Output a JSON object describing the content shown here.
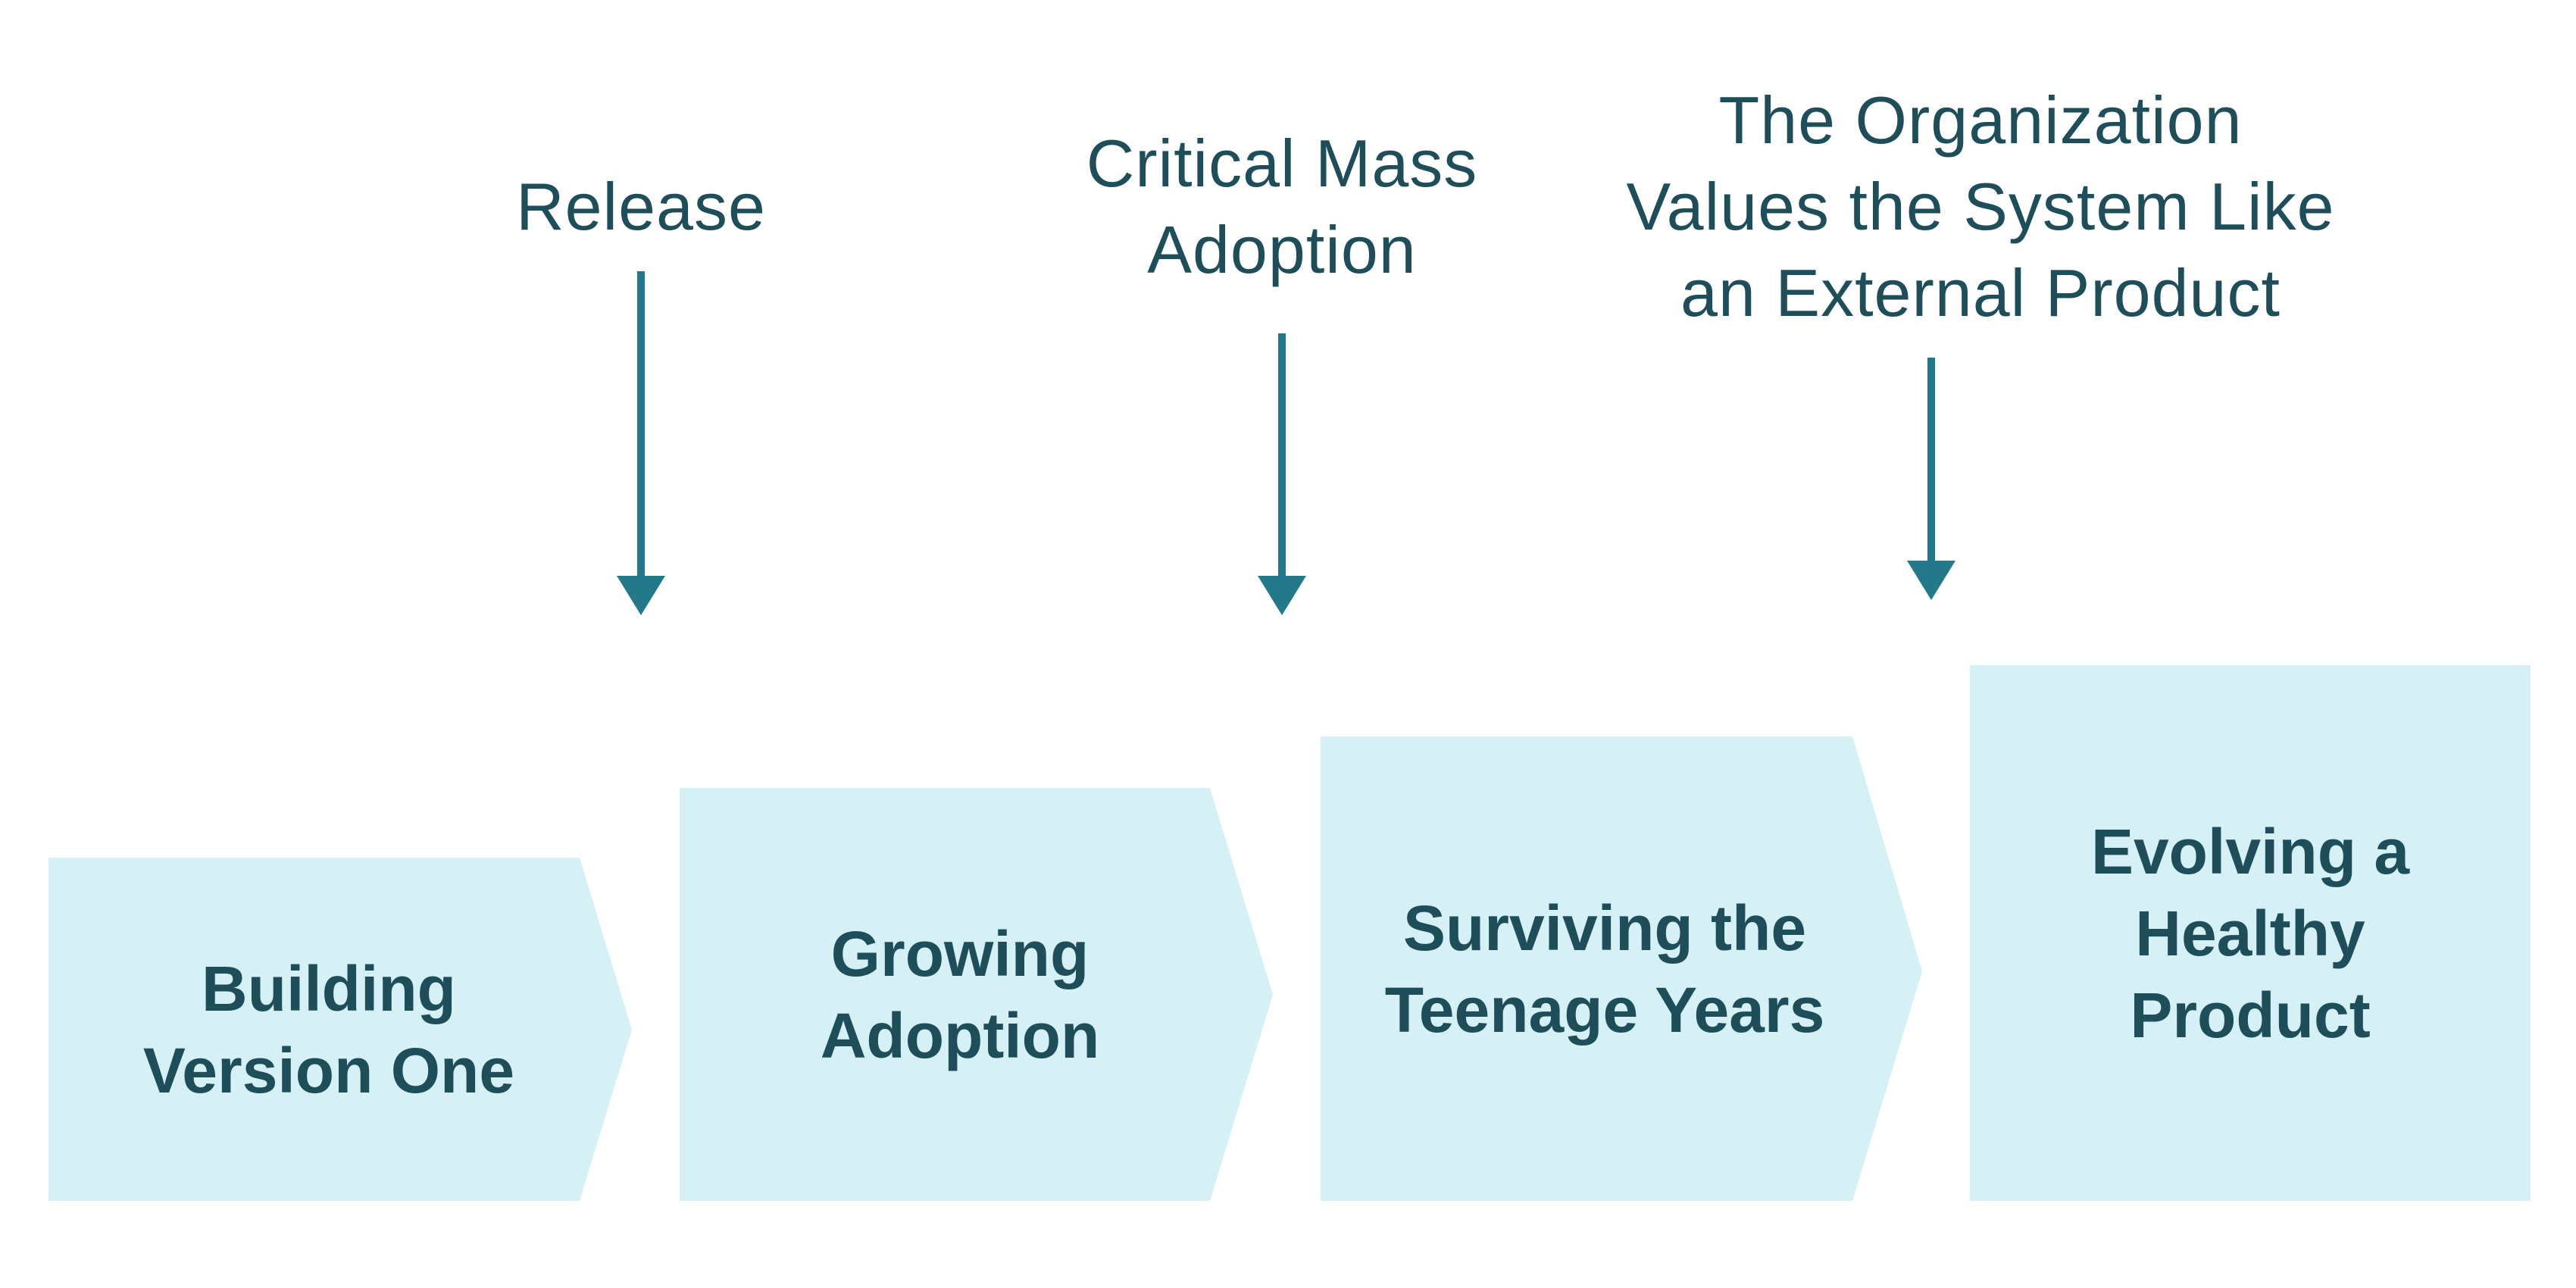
{
  "colors": {
    "stage_fill": "#d5f1f5",
    "arrow": "#23798a",
    "text": "#1f4e5b",
    "background": "#ffffff"
  },
  "milestones": [
    {
      "lines": [
        "Release"
      ]
    },
    {
      "lines": [
        "Critical Mass",
        "Adoption"
      ]
    },
    {
      "lines": [
        "The Organization",
        "Values the System Like",
        "an External Product"
      ]
    }
  ],
  "stages": [
    {
      "lines": [
        "Building",
        "Version One"
      ]
    },
    {
      "lines": [
        "Growing",
        "Adoption"
      ]
    },
    {
      "lines": [
        "Surviving the",
        "Teenage Years"
      ]
    },
    {
      "lines": [
        "Evolving a",
        "Healthy",
        "Product"
      ]
    }
  ]
}
